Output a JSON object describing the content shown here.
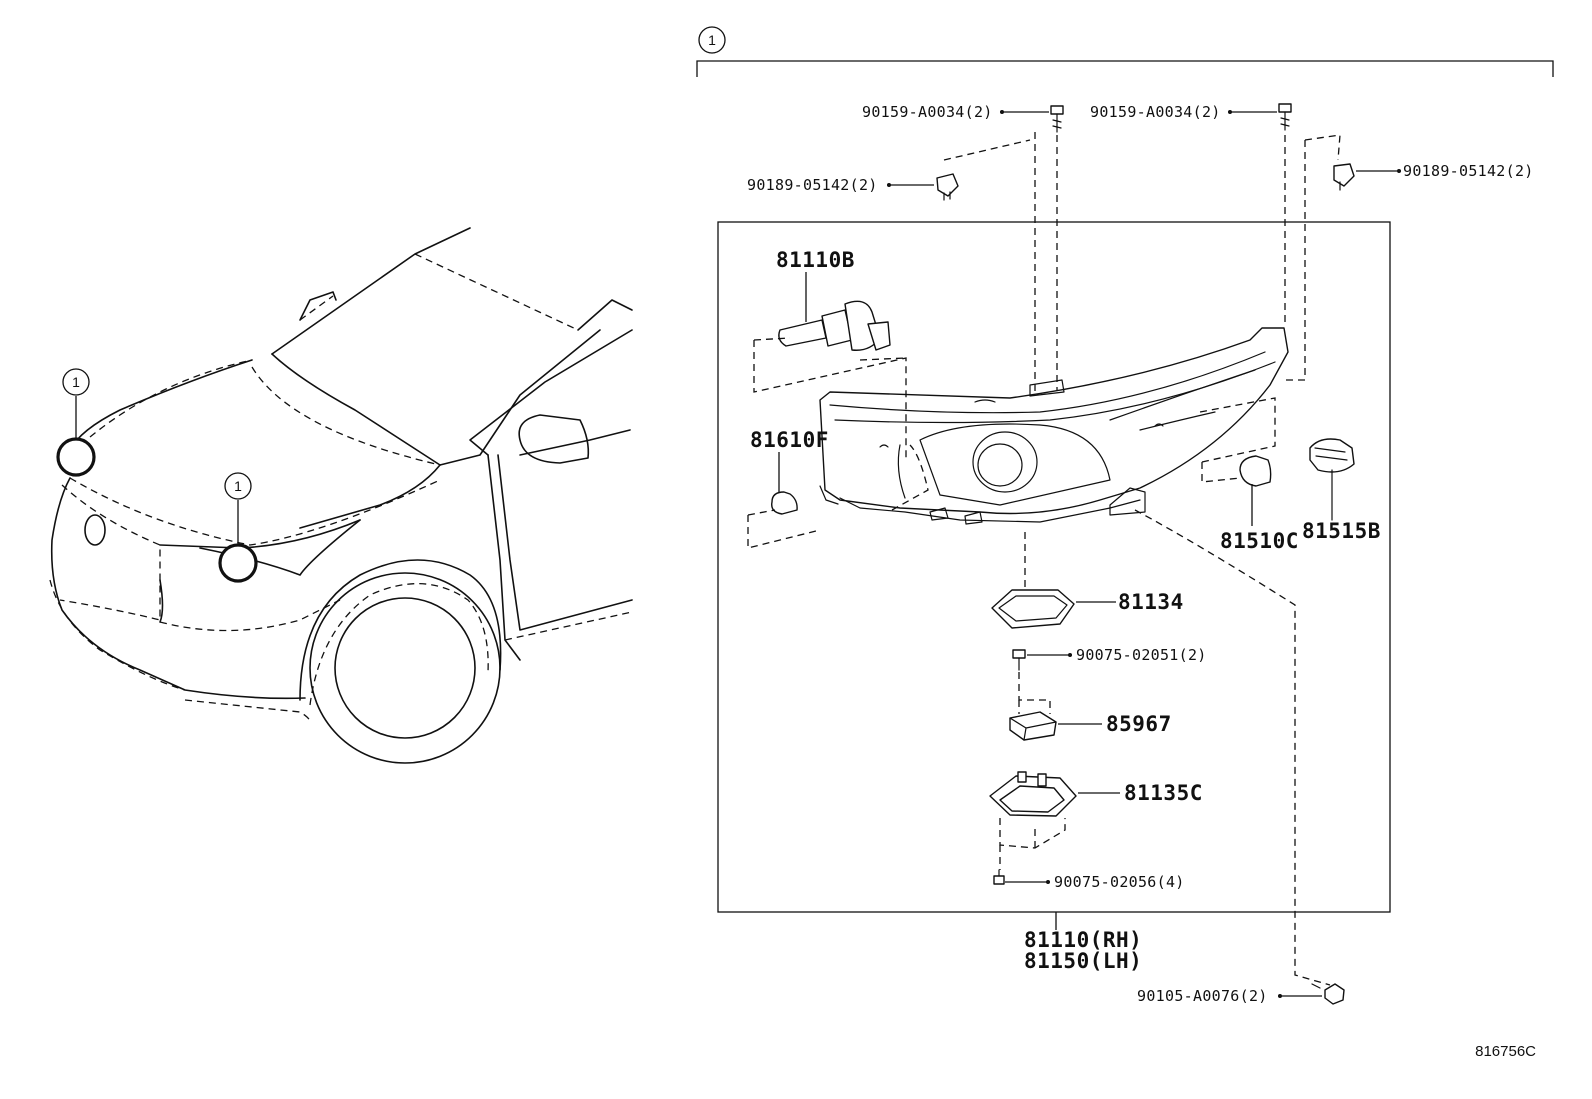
{
  "callout_number": "1",
  "parts": {
    "bolt_a": "90159-A0034(2)",
    "bolt_b": "90159-A0034(2)",
    "clip_a": "90189-05142(2)",
    "clip_b": "90189-05142(2)",
    "bulb_main": "81110B",
    "bulb_side": "81610F",
    "bulb_turn": "81510C",
    "socket": "81515B",
    "gasket": "81134",
    "screw_small": "90075-02051(2)",
    "module": "85967",
    "ballast": "81135C",
    "screw_ballast": "90075-02056(4)",
    "assy_rh": "81110(RH)",
    "assy_lh": "81150(LH)",
    "bolt_lower": "90105-A0076(2)"
  },
  "diagram_ref": "816756C"
}
